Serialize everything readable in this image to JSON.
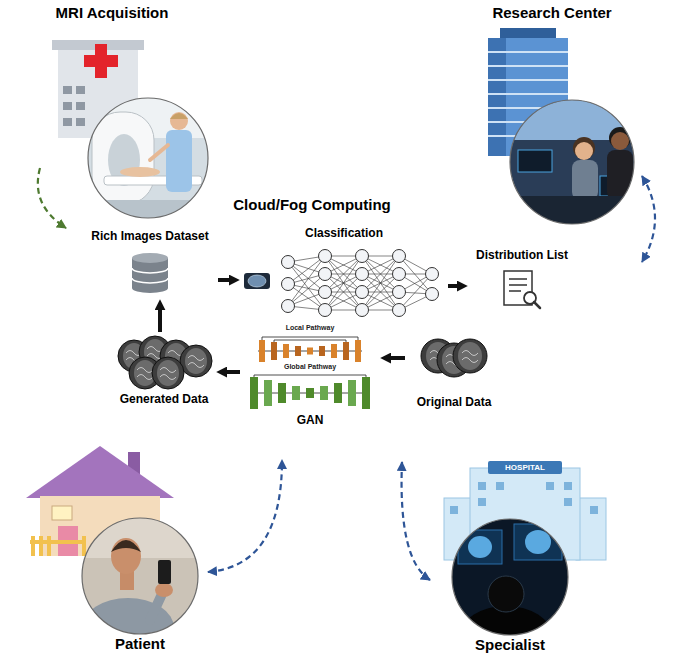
{
  "diagram": {
    "nodes": [
      {
        "text": [
          "MRI Acquisition"
        ]
      },
      {
        "text": [
          "Research Center"
        ]
      },
      {
        "text": [
          "Cloud/Fog Computing"
        ]
      },
      {
        "text": [
          "Rich Images Dataset"
        ],
        "in": 2
      },
      {
        "text": [
          "Classification"
        ],
        "in": 2
      },
      {
        "text": [
          "Distribution List"
        ],
        "in": 2
      },
      {
        "text": [
          "Generated Data"
        ],
        "in": 2
      },
      {
        "text": [
          "GAN"
        ],
        "in": 2
      },
      {
        "text": [
          "Original Data"
        ],
        "in": 2
      },
      {
        "text": [
          "Patient"
        ]
      },
      {
        "text": [
          "Specialist"
        ]
      }
    ],
    "edges": [
      {
        "from": 0,
        "to": 2,
        "arrow": "to"
      },
      {
        "from": 1,
        "to": 2,
        "arrow": "both"
      },
      {
        "from": 3,
        "to": 4,
        "arrow": "to"
      },
      {
        "from": 4,
        "to": 5,
        "arrow": "to"
      },
      {
        "from": 8,
        "to": 7,
        "arrow": "to"
      },
      {
        "from": 7,
        "to": 6,
        "arrow": "to"
      },
      {
        "from": 6,
        "to": 3,
        "arrow": "to"
      },
      {
        "from": 9,
        "to": 2,
        "arrow": "both"
      },
      {
        "from": 10,
        "to": 2,
        "arrow": "both"
      }
    ],
    "labels": [
      "Local Pathway",
      "Global Pathway",
      "HOSPITAL"
    ]
  }
}
